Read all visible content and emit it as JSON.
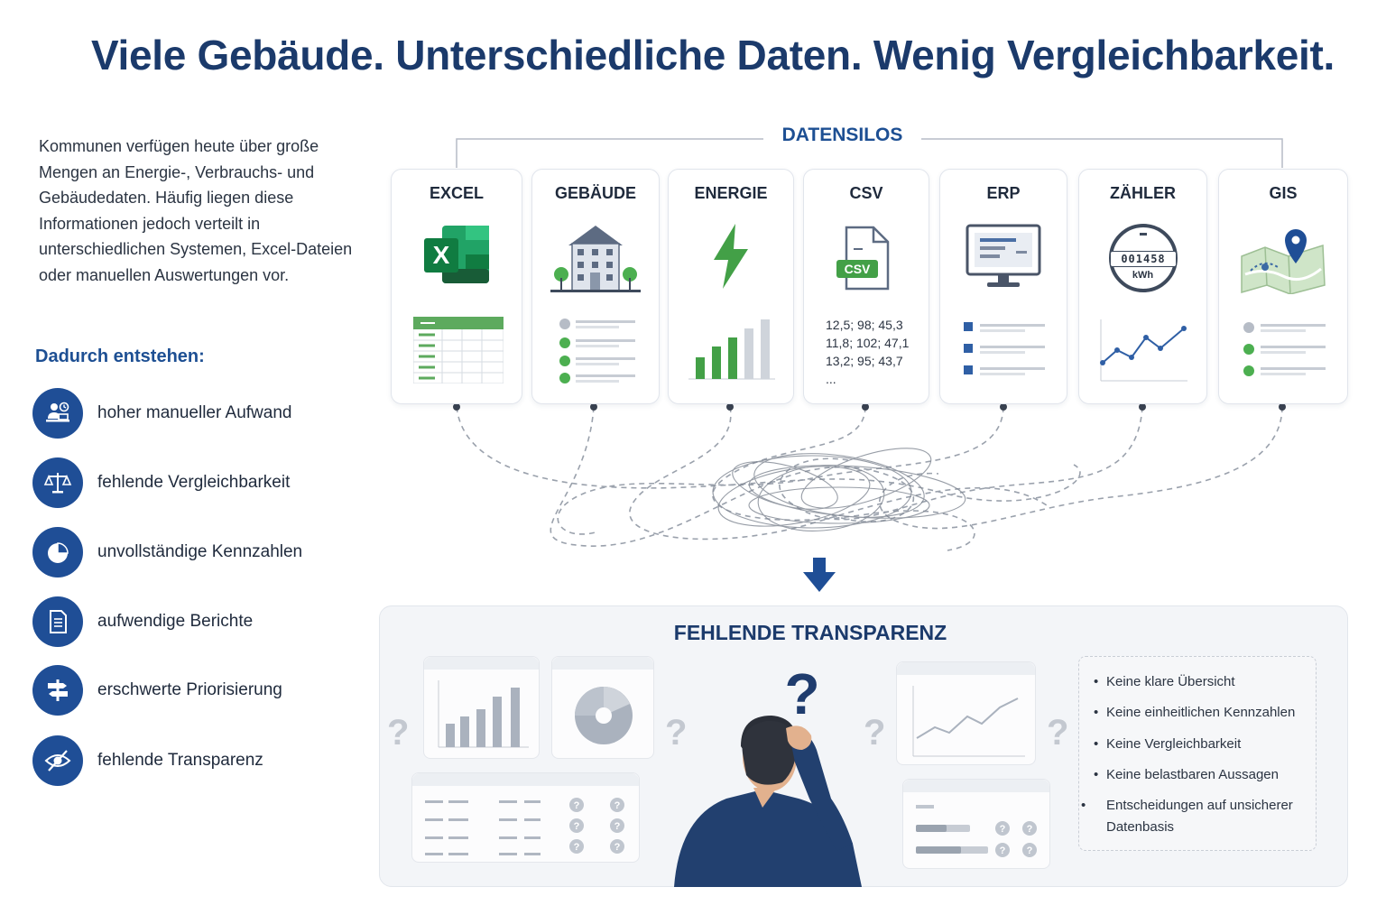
{
  "title": "Viele Gebäude. Unterschiedliche Daten. Wenig Vergleichbarkeit.",
  "intro": "Kommunen verfügen heute über große Mengen an Energie-, Verbrauchs- und Gebäudedaten. Häufig liegen diese Informationen jedoch verteilt in unterschiedlichen Systemen, Excel-Dateien oder manuellen Auswertungen vor.",
  "consequences": {
    "title": "Dadurch entstehen:",
    "items": [
      {
        "label": "hoher manueller Aufwand",
        "icon": "person-workstation-icon"
      },
      {
        "label": "fehlende Vergleichbarkeit",
        "icon": "scales-icon"
      },
      {
        "label": "unvollständige Kennzahlen",
        "icon": "pie-chart-icon"
      },
      {
        "label": "aufwendige Berichte",
        "icon": "document-icon"
      },
      {
        "label": "erschwerte Priorisierung",
        "icon": "signpost-icon"
      },
      {
        "label": "fehlende Transparenz",
        "icon": "eye-crossed-icon"
      }
    ]
  },
  "silos": {
    "title": "DATENSILOS",
    "cards": [
      {
        "title": "EXCEL",
        "icon": "excel-icon"
      },
      {
        "title": "GEBÄUDE",
        "icon": "building-icon"
      },
      {
        "title": "ENERGIE",
        "icon": "lightning-icon"
      },
      {
        "title": "CSV",
        "icon": "csv-file-icon",
        "badge": "CSV",
        "preview": "12,5; 98; 45,3\n11,8; 102; 47,1\n13,2; 95; 43,7\n..."
      },
      {
        "title": "ERP",
        "icon": "monitor-icon"
      },
      {
        "title": "ZÄHLER",
        "icon": "meter-icon",
        "counter": "001458",
        "unit": "kWh"
      },
      {
        "title": "GIS",
        "icon": "map-pin-icon"
      }
    ]
  },
  "result": {
    "title": "FEHLENDE TRANSPARENZ",
    "points": [
      "Keine klare Übersicht",
      "Keine einheitlichen Kennzahlen",
      "Keine Vergleichbarkeit",
      "Keine belastbaren Aussagen",
      "Entscheidungen auf unsicherer Datenbasis"
    ]
  },
  "colors": {
    "primary": "#1f4e96",
    "title": "#1b3a6b",
    "excel_green": "#1e7145",
    "accent_green": "#4caf50",
    "muted": "#c3c8d0"
  }
}
